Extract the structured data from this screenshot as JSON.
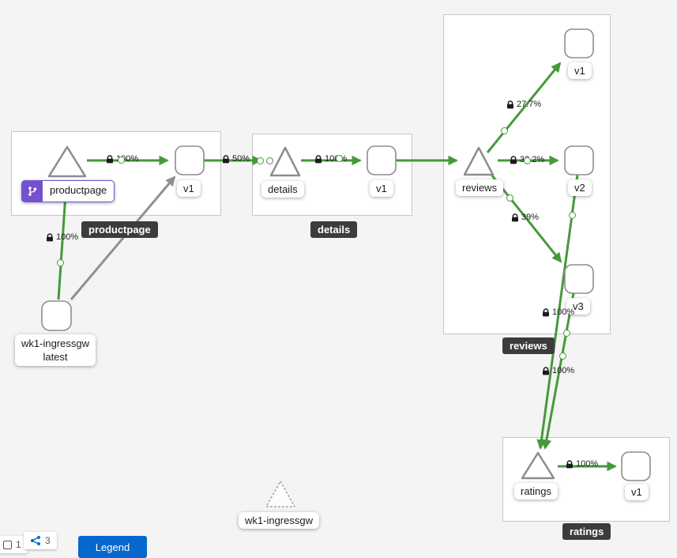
{
  "groups": {
    "productpage": {
      "box_label": "productpage"
    },
    "details": {
      "box_label": "details"
    },
    "reviews": {
      "box_label": "reviews"
    },
    "ratings": {
      "box_label": "ratings"
    }
  },
  "nodes": {
    "productpage_app": {
      "label": "productpage"
    },
    "productpage_v1": {
      "label": "v1"
    },
    "details_app": {
      "label": "details"
    },
    "details_v1": {
      "label": "v1"
    },
    "reviews_app": {
      "label": "reviews"
    },
    "reviews_v1": {
      "label": "v1"
    },
    "reviews_v2": {
      "label": "v2"
    },
    "reviews_v3": {
      "label": "v3"
    },
    "ratings_app": {
      "label": "ratings"
    },
    "ratings_v1": {
      "label": "v1"
    },
    "ingress_workload": {
      "label_line1": "wk1-ingressgw",
      "label_line2": "latest"
    },
    "idle_gateway": {
      "label": "wk1-ingressgw"
    }
  },
  "edges": {
    "ingress_to_productpage": {
      "label": "100%",
      "secure": true
    },
    "productpage_to_v1": {
      "label": "100%",
      "secure": true
    },
    "ppv1_to_details": {
      "label": "50%",
      "secure": true
    },
    "details_to_v1": {
      "label": "100%",
      "secure": true
    },
    "reviews_to_v1": {
      "label": "27.7%",
      "secure": true
    },
    "reviews_to_v2": {
      "label": "33.2%",
      "secure": true
    },
    "reviews_to_v3": {
      "label": "39%",
      "secure": true
    },
    "reviews_v2_to_ratings": {
      "label": "100%",
      "secure": true
    },
    "reviews_v3_to_ratings": {
      "label": "100%",
      "secure": true
    },
    "ratings_to_v1": {
      "label": "100%",
      "secure": true
    }
  },
  "footer": {
    "chip_left": "1",
    "chip_count": "3",
    "legend_button": "Legend"
  },
  "colors": {
    "edge_green": "#459a3a",
    "edge_gray": "#909090",
    "badge_purple": "#7452cd",
    "tooltip_bg": "#3c3c3c",
    "legend_blue": "#0667cc"
  }
}
